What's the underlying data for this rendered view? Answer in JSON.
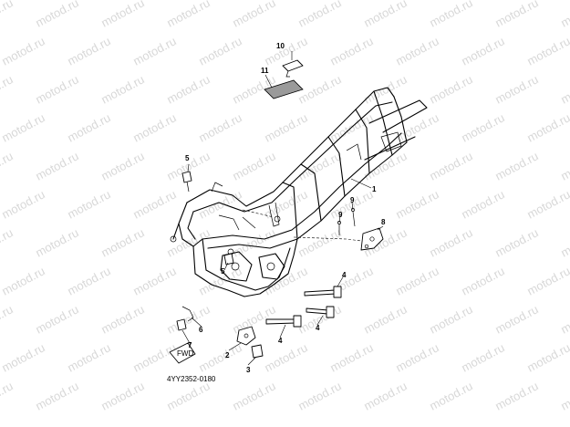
{
  "diagram_code": "4YY2352-0180",
  "watermark_text": "motod.ru",
  "fwd_label": "FWD",
  "callouts": [
    {
      "id": "c1",
      "label": "1"
    },
    {
      "id": "c2",
      "label": "2"
    },
    {
      "id": "c3",
      "label": "3"
    },
    {
      "id": "c4a",
      "label": "4"
    },
    {
      "id": "c4b",
      "label": "4"
    },
    {
      "id": "c4c",
      "label": "4"
    },
    {
      "id": "c5a",
      "label": "5"
    },
    {
      "id": "c5b",
      "label": "5"
    },
    {
      "id": "c6",
      "label": "6"
    },
    {
      "id": "c7",
      "label": "7"
    },
    {
      "id": "c8",
      "label": "8"
    },
    {
      "id": "c9a",
      "label": "9"
    },
    {
      "id": "c9b",
      "label": "9"
    },
    {
      "id": "c10",
      "label": "10"
    },
    {
      "id": "c11",
      "label": "11"
    }
  ]
}
